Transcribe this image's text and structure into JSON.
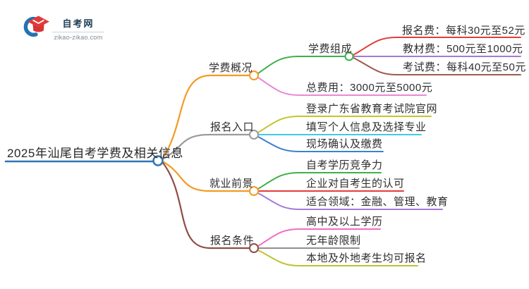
{
  "logo": {
    "site_name": "自考网",
    "site_url": "zikao-zikao.com"
  },
  "colors": {
    "main_blue": "#2e75b6",
    "text": "#2f2f2f",
    "logo_navy": "#1c3c55",
    "logo_red": "#e23a3a",
    "logo_blue": "#2273b5"
  },
  "mindmap": {
    "root": {
      "label": "2025年汕尾自考学费及相关信息",
      "color": "#2e75b6"
    },
    "branches": [
      {
        "label": "学费概况",
        "color": "#f59a23",
        "children": [
          {
            "label": "学费组成",
            "color": "#3db14a",
            "children": [
              {
                "label": "报名费：每科30元至52元",
                "color": "#e53c3c"
              },
              {
                "label": "教材费：500元至1000元",
                "color": "#a47ad8"
              },
              {
                "label": "考试费：每科40元至50元",
                "color": "#9c5b50"
              }
            ]
          },
          {
            "label": "总费用：3000元至5000元",
            "color": "#e987d5"
          }
        ]
      },
      {
        "label": "报名入口",
        "color": "#9b9b9b",
        "children": [
          {
            "label": "登录广东省教育考试院官网",
            "color": "#c3c52f"
          },
          {
            "label": "填写个人信息及选择专业",
            "color": "#41c9e8"
          },
          {
            "label": "现场确认及缴费",
            "color": "#3b82d0"
          }
        ]
      },
      {
        "label": "就业前景",
        "color": "#f59a23",
        "children": [
          {
            "label": "自考学历竞争力",
            "color": "#3db14a"
          },
          {
            "label": "企业对自考生的认可",
            "color": "#e53c3c"
          },
          {
            "label": "适合领域：金融、管理、教育",
            "color": "#a47ad8"
          }
        ]
      },
      {
        "label": "报名条件",
        "color": "#8e4d44",
        "children": [
          {
            "label": "高中及以上学历",
            "color": "#f06ec2"
          },
          {
            "label": "无年龄限制",
            "color": "#8f8f8f"
          },
          {
            "label": "本地及外地考生均可报名",
            "color": "#bdc22f"
          }
        ]
      }
    ]
  }
}
